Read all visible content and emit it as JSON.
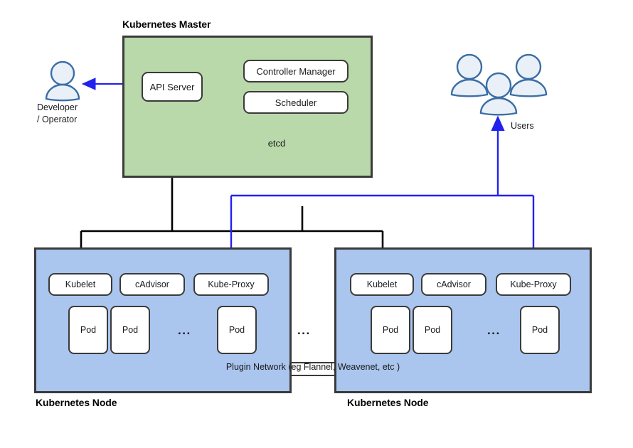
{
  "diagram": {
    "title": "Kubernetes Architecture",
    "colors": {
      "master_fill": "#b9d9aa",
      "node_fill": "#aac5ee",
      "box_stroke": "#3a3a3a",
      "component_fill": "#ffffff",
      "blue_arrow": "#2222ee",
      "black_arrow": "#000000",
      "person_fill": "#eaf0f8",
      "person_stroke": "#3b6ea5"
    }
  },
  "master": {
    "title": "Kubernetes Master",
    "components": {
      "api_server": "API Server",
      "controller_manager": "Controller Manager",
      "scheduler": "Scheduler",
      "etcd": "etcd"
    }
  },
  "actors": {
    "developer": {
      "line1": "Developer",
      "line2": "/ Operator",
      "icon": "person-icon"
    },
    "users": {
      "label": "Users",
      "icon": "users-group-icon"
    }
  },
  "nodes": [
    {
      "title": "Kubernetes Node",
      "daemons": [
        "Kubelet",
        "cAdvisor",
        "Kube-Proxy"
      ],
      "pods": [
        "Pod",
        "Pod",
        "Pod"
      ],
      "pods_ellipsis": "..."
    },
    {
      "title": "Kubernetes Node",
      "daemons": [
        "Kubelet",
        "cAdvisor",
        "Kube-Proxy"
      ],
      "pods": [
        "Pod",
        "Pod",
        "Pod"
      ],
      "pods_ellipsis": "..."
    }
  ],
  "cluster_ellipsis": "...",
  "plugin_network": {
    "label": "Plugin Network (eg Flannel, Weavenet, etc )"
  }
}
